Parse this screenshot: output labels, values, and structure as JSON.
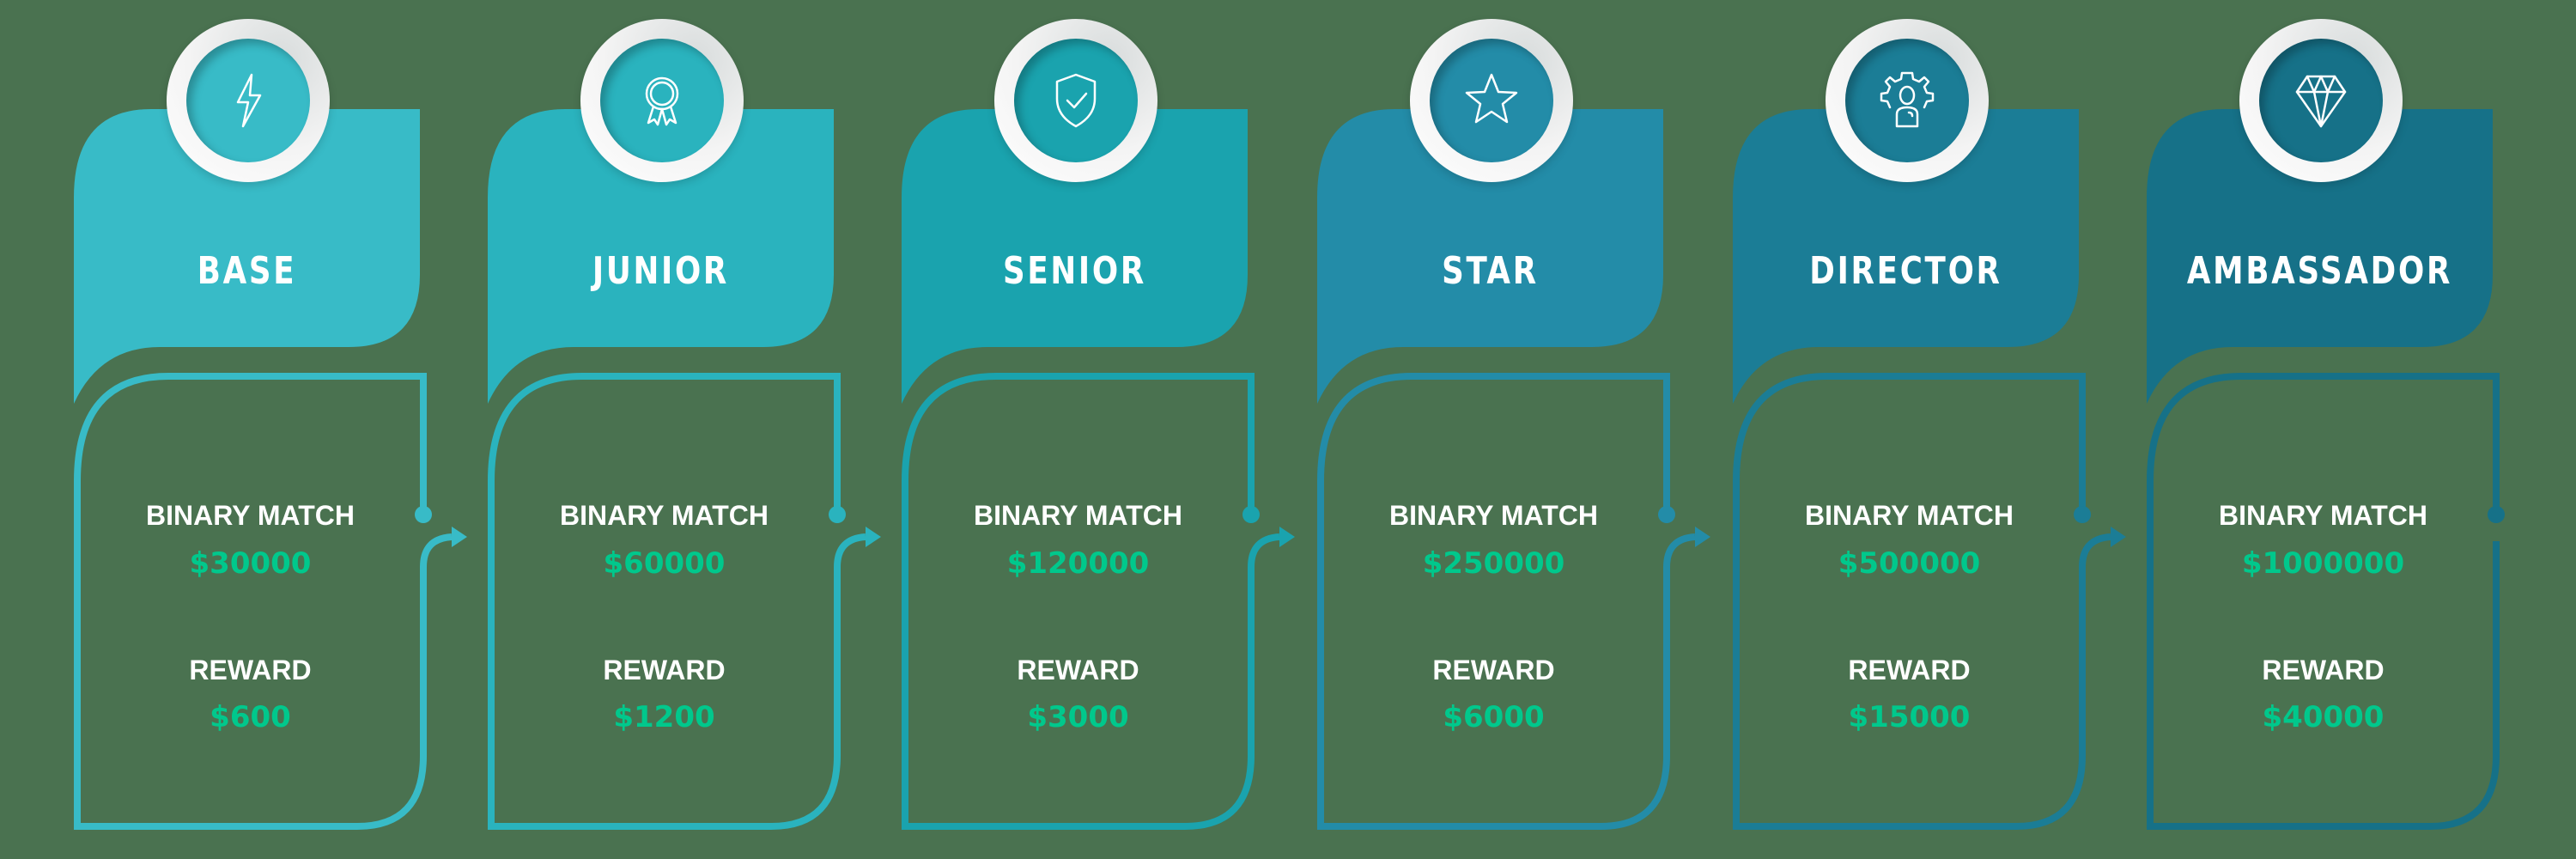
{
  "colors": {
    "background": "#4A7250",
    "value_text": "#00C88C",
    "label_text": "#FFFFFF",
    "tiers": [
      "#38BBC7",
      "#2AB3BE",
      "#1AA3AE",
      "#238CA8",
      "#1B7D96",
      "#167188"
    ]
  },
  "labels": {
    "binary_match": "BINARY MATCH",
    "reward": "REWARD"
  },
  "tiers": [
    {
      "name": "BASE",
      "icon": "lightning-bolt-icon",
      "binary_match": "$30000",
      "reward": "$600"
    },
    {
      "name": "JUNIOR",
      "icon": "award-ribbon-icon",
      "binary_match": "$60000",
      "reward": "$1200"
    },
    {
      "name": "SENIOR",
      "icon": "shield-check-icon",
      "binary_match": "$120000",
      "reward": "$3000"
    },
    {
      "name": "STAR",
      "icon": "star-icon",
      "binary_match": "$250000",
      "reward": "$6000"
    },
    {
      "name": "DIRECTOR",
      "icon": "gear-user-icon",
      "binary_match": "$500000",
      "reward": "$15000"
    },
    {
      "name": "AMBASSADOR",
      "icon": "diamond-icon",
      "binary_match": "$1000000",
      "reward": "$40000"
    }
  ]
}
